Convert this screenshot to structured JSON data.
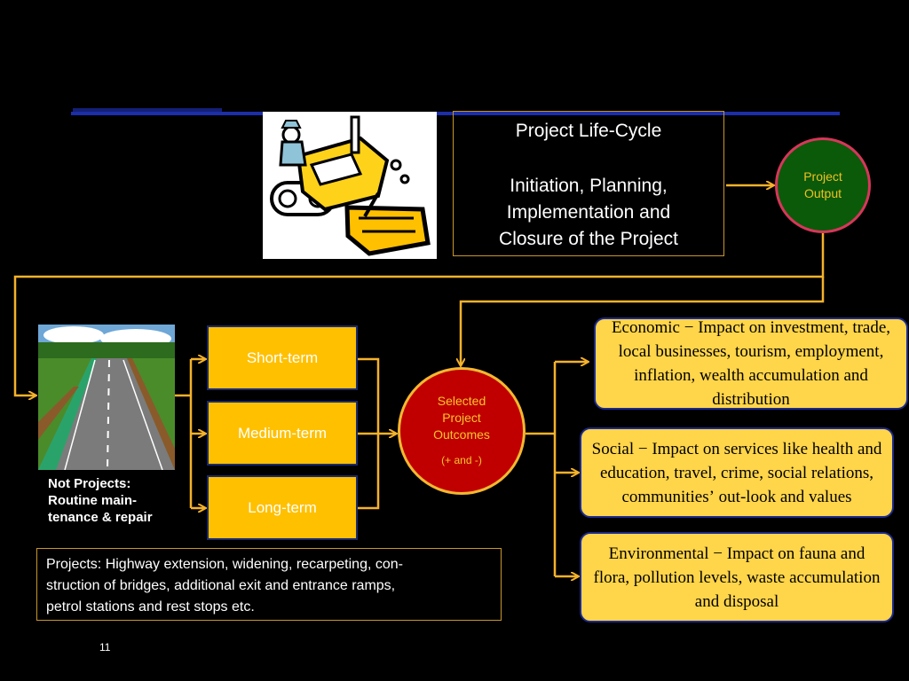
{
  "lifecycle": {
    "title": "Project Life-Cycle",
    "phases": [
      "Initiation, Planning,",
      "Implementation and",
      "Closure of the Project"
    ]
  },
  "output": {
    "line1": "Project",
    "line2": "Output"
  },
  "outcomes": {
    "line1": "Selected",
    "line2": "Project",
    "line3": "Outcomes",
    "note": "(+ and -)"
  },
  "terms": [
    "Short-term",
    "Medium-term",
    "Long-term"
  ],
  "impacts": {
    "economic": "Economic − Impact on investment, trade, local businesses, tourism, employment, inflation, wealth accumulation and distribution",
    "social": "Social − Impact on services like health and education, travel, crime, social relations, communitiesʼ out-look and values",
    "environmental": "Environmental − Impact on fauna and flora, pollution levels, waste accumulation and disposal"
  },
  "not_projects": {
    "line1": "Not Projects:",
    "line2": "Routine main-",
    "line3": "tenance & repair"
  },
  "projects": {
    "line1": "Projects: Highway extension, widening, recarpeting, con-",
    "line2": "struction of bridges, additional exit and entrance  ramps,",
    "line3": "petrol stations and rest stops etc."
  },
  "page_number": "11",
  "colors": {
    "background": "#000000",
    "connector": "#f5b22a",
    "term_fill": "#ffc000",
    "impact_fill": "#ffd54a",
    "outcome_fill": "#c00000",
    "output_fill": "#0a5a0a",
    "title_rule": "#1c2ea8"
  },
  "images": {
    "bulldozer": "bulldozer-clipart",
    "highway": "highway-photo"
  }
}
